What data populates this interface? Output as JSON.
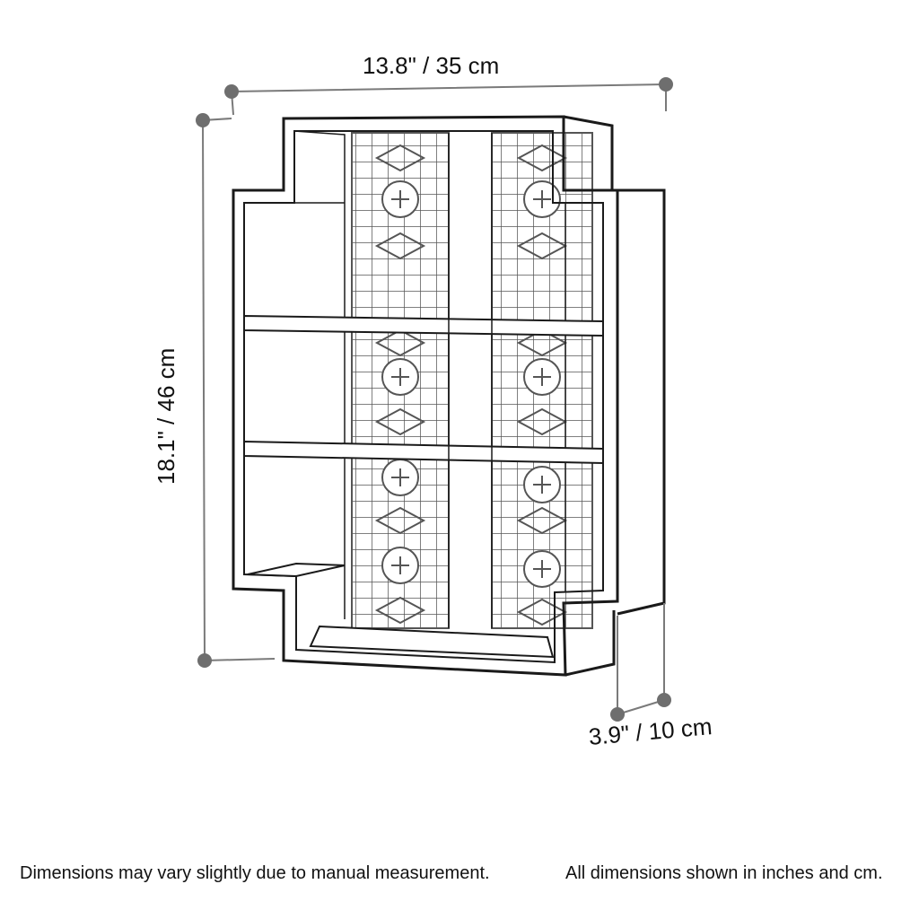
{
  "dimensions": {
    "width": "13.8\" / 35 cm",
    "height": "18.1\" / 46 cm",
    "depth": "3.9\" / 10 cm"
  },
  "notes": {
    "left": "Dimensions may vary slightly due to manual measurement.",
    "right": "All dimensions shown in inches and cm."
  },
  "colors": {
    "outline": "#1a1a1a",
    "lattice": "#555555",
    "dimension_line": "#7a7a7a",
    "marker": "#6e6e6e"
  }
}
